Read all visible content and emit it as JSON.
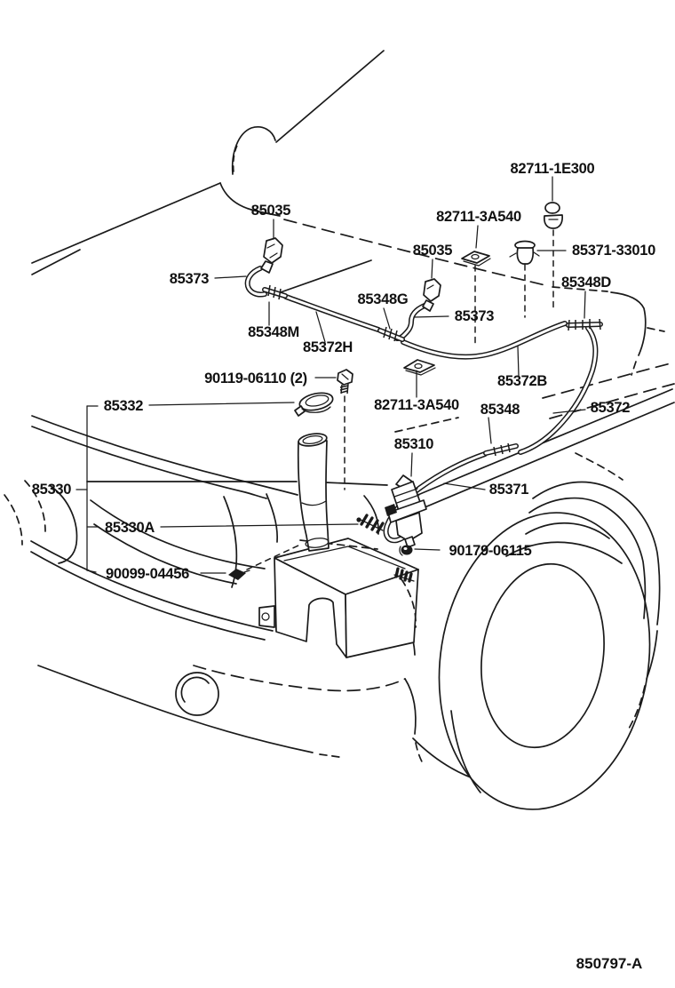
{
  "diagram": {
    "footer_code": "850797-A",
    "ink_color": "#1a1a1a",
    "background_color": "#ffffff",
    "part_labels": [
      {
        "text": "82711-1E300"
      },
      {
        "text": "85035"
      },
      {
        "text": "82711-3A540"
      },
      {
        "text": "85035"
      },
      {
        "text": "85371-33010"
      },
      {
        "text": "85373"
      },
      {
        "text": "85348D"
      },
      {
        "text": "85348G"
      },
      {
        "text": "85373"
      },
      {
        "text": "85348M"
      },
      {
        "text": "85372H"
      },
      {
        "text": "85372B"
      },
      {
        "text": "90119-06110 (2)"
      },
      {
        "text": "85332"
      },
      {
        "text": "82711-3A540"
      },
      {
        "text": "85348"
      },
      {
        "text": "85372"
      },
      {
        "text": "85310"
      },
      {
        "text": "85330"
      },
      {
        "text": "85371"
      },
      {
        "text": "85330A"
      },
      {
        "text": "90099-04456"
      },
      {
        "text": "90179-06115"
      }
    ]
  }
}
